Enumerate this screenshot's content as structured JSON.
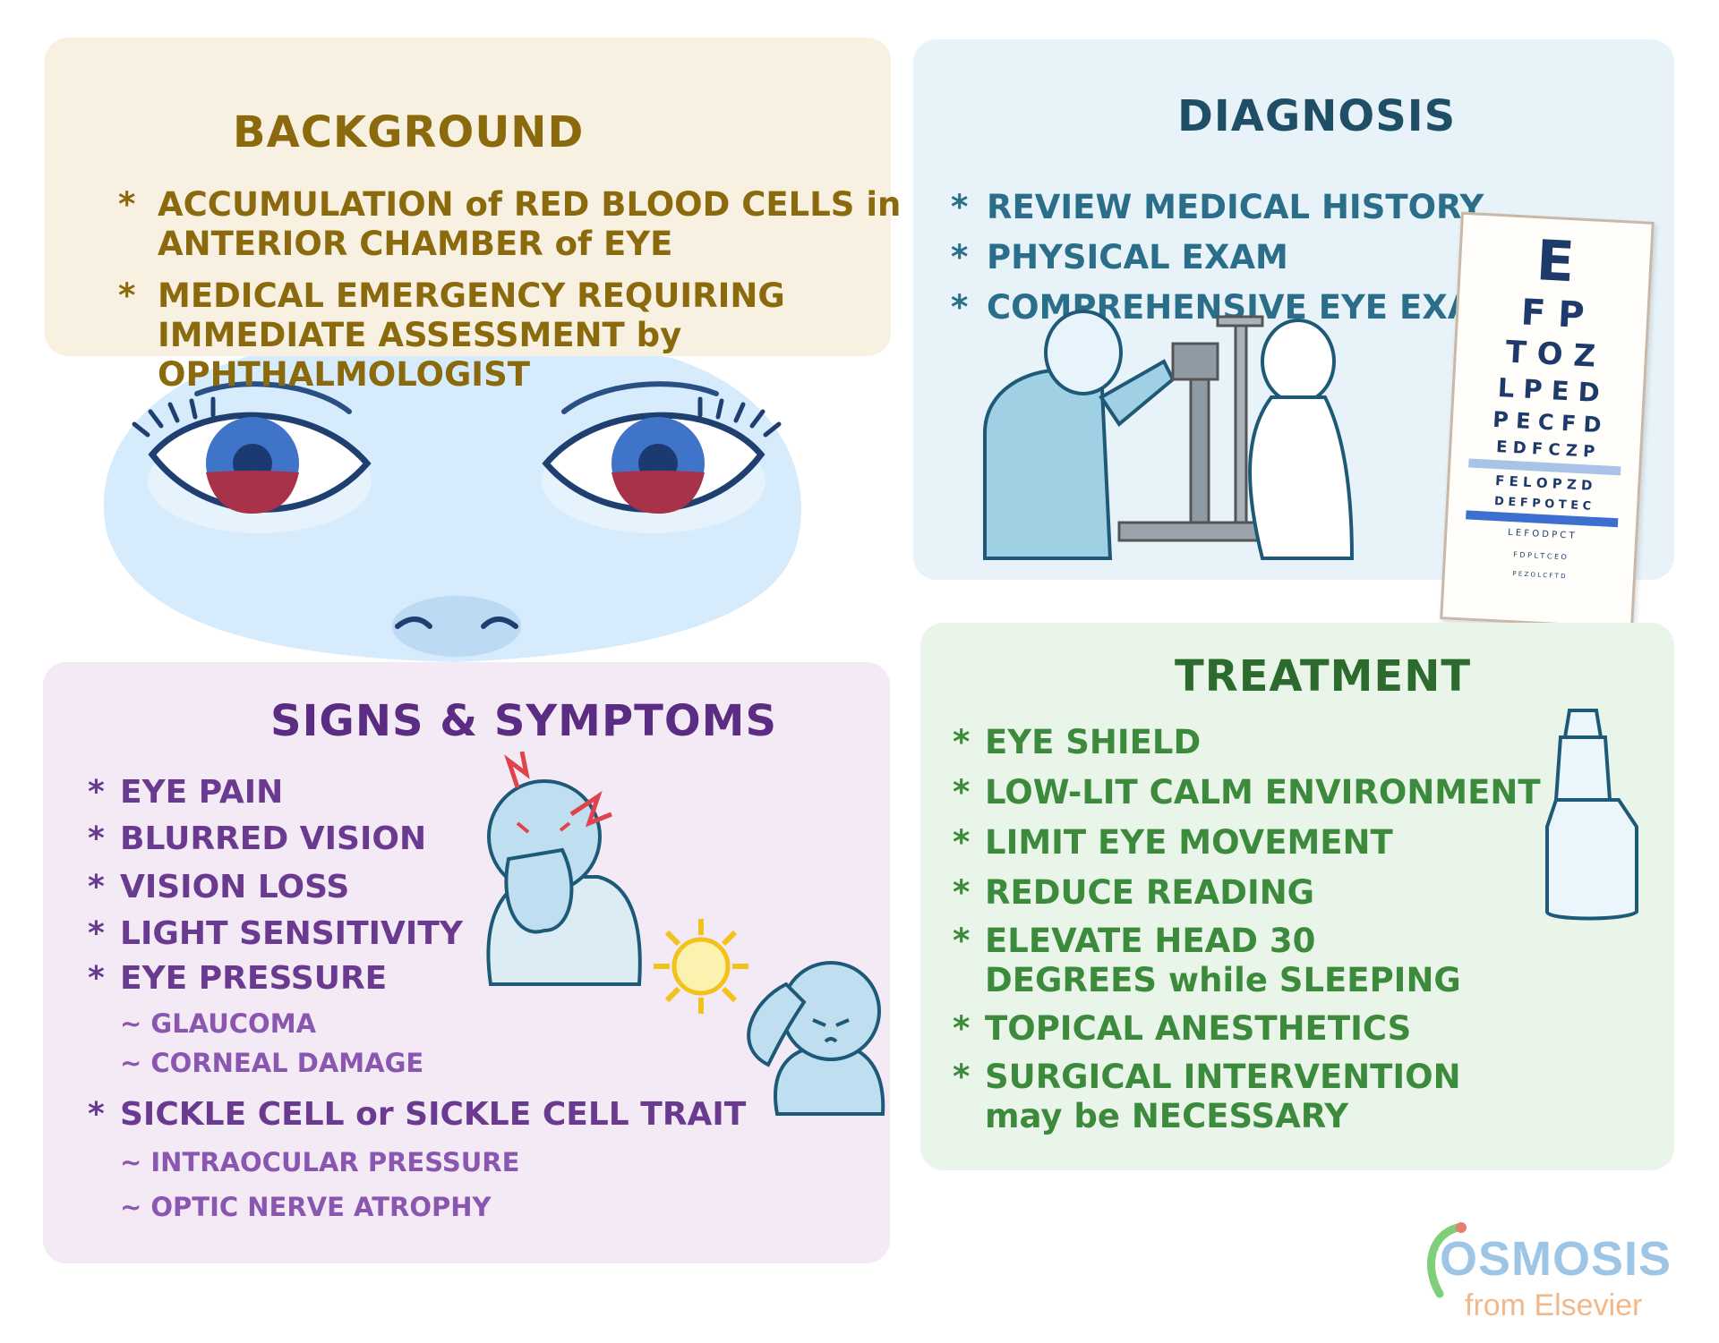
{
  "background": {
    "title": "BACKGROUND",
    "items": [
      "ACCUMULATION of RED BLOOD CELLS in ANTERIOR CHAMBER of EYE",
      "MEDICAL EMERGENCY REQUIRING IMMEDIATE ASSESSMENT by OPHTHALMOLOGIST"
    ]
  },
  "diagnosis": {
    "title": "DIAGNOSIS",
    "items": [
      "REVIEW MEDICAL HISTORY",
      "PHYSICAL EXAM",
      "COMPREHENSIVE EYE EXAM"
    ]
  },
  "eye_chart": {
    "rows": [
      "E",
      "F P",
      "T O Z",
      "L P E D",
      "P E C F D",
      "E D F C Z P",
      "F E L O P Z D",
      "D E F P O T E C",
      "L E F O D P C T",
      "F D P L T C E O",
      "P E Z O L C F T D"
    ]
  },
  "signs": {
    "title": "SIGNS & SYMPTOMS",
    "items": [
      {
        "text": "EYE PAIN"
      },
      {
        "text": "BLURRED VISION"
      },
      {
        "text": "VISION LOSS"
      },
      {
        "text": "LIGHT SENSITIVITY"
      },
      {
        "text": "EYE PRESSURE"
      }
    ],
    "subs_pressure": [
      "~ GLAUCOMA",
      "~ CORNEAL DAMAGE"
    ],
    "sickle": "SICKLE CELL or SICKLE CELL TRAIT",
    "subs_sickle": [
      "~ INTRAOCULAR PRESSURE",
      "~ OPTIC NERVE ATROPHY"
    ]
  },
  "treatment": {
    "title": "TREATMENT",
    "items": [
      "EYE SHIELD",
      "LOW-LIT CALM ENVIRONMENT",
      "LIMIT EYE MOVEMENT",
      "REDUCE READING",
      "ELEVATE HEAD 30 DEGREES while SLEEPING",
      "TOPICAL ANESTHETICS",
      "SURGICAL INTERVENTION may be NECESSARY"
    ]
  },
  "logo": {
    "word": "OSMOSIS",
    "sub": "from Elsevier"
  },
  "bullet_symbol": "*"
}
